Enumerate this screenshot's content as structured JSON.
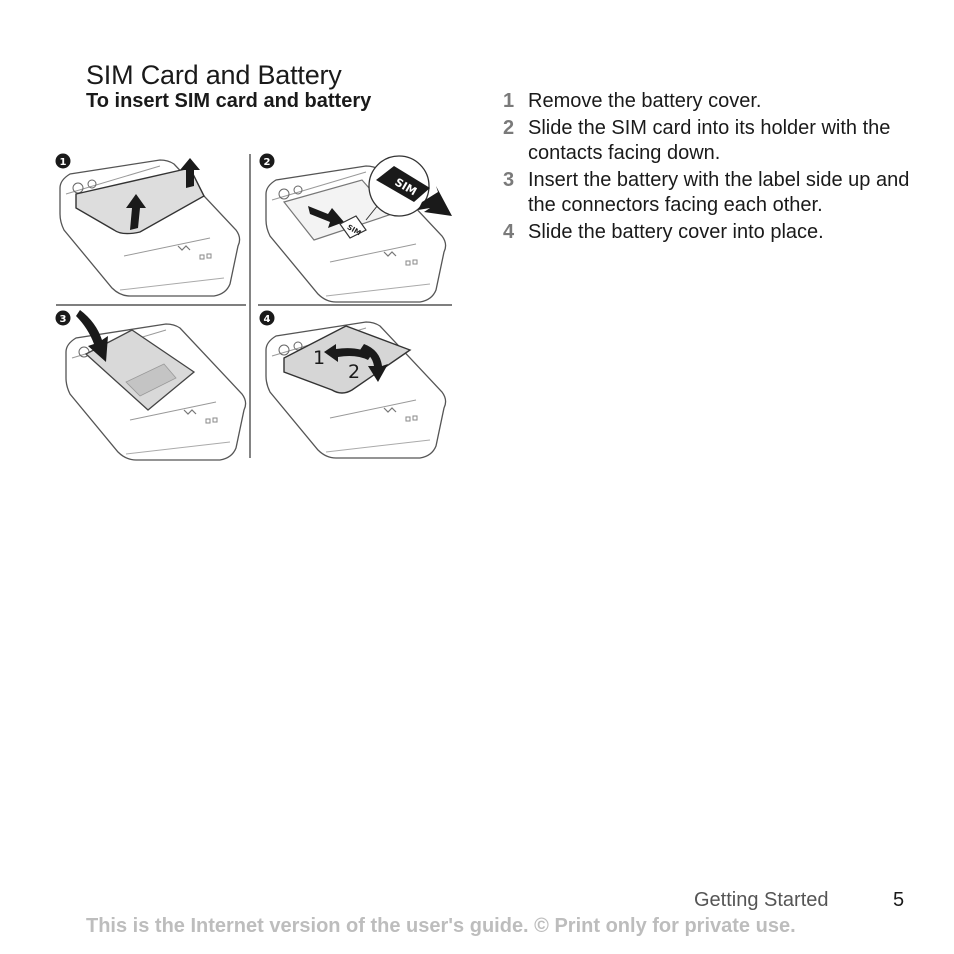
{
  "page": {
    "title": "SIM Card and Battery",
    "subtitle": "To insert SIM card and battery"
  },
  "figure": {
    "panels": [
      {
        "badge": "1"
      },
      {
        "badge": "2",
        "sim_label_large": "SIM",
        "sim_label_small": "SIM"
      },
      {
        "badge": "3"
      },
      {
        "badge": "4",
        "arrow_label_1": "1",
        "arrow_label_2": "2"
      }
    ]
  },
  "steps": [
    {
      "number": "1",
      "text": "Remove the battery cover."
    },
    {
      "number": "2",
      "text": "Slide the SIM card into its holder with the contacts facing down."
    },
    {
      "number": "3",
      "text": "Insert the battery with the label side up and the connectors facing each other."
    },
    {
      "number": "4",
      "text": "Slide the battery cover into place."
    }
  ],
  "footer": {
    "section": "Getting Started",
    "page_number": "5",
    "disclaimer": "This is the Internet version of the user's guide. © Print only for private use."
  }
}
